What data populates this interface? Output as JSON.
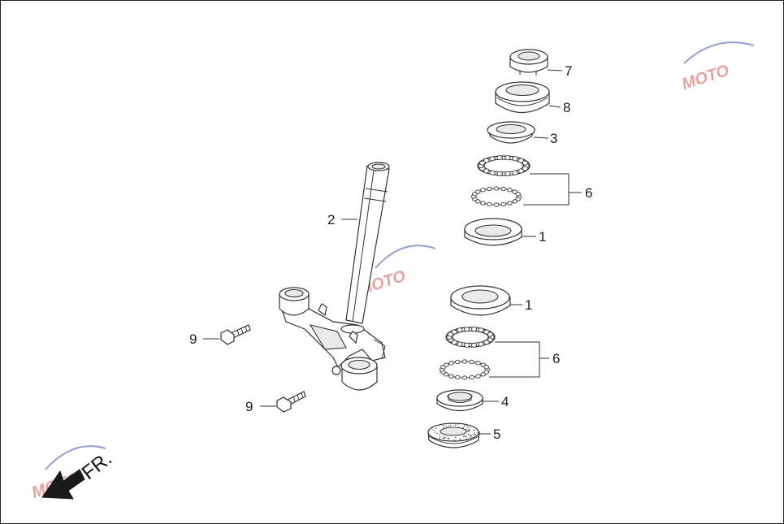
{
  "diagram": {
    "callouts": [
      {
        "id": "c7",
        "text": "7"
      },
      {
        "id": "c8",
        "text": "8"
      },
      {
        "id": "c3",
        "text": "3"
      },
      {
        "id": "c6a",
        "text": "6"
      },
      {
        "id": "c1a",
        "text": "1"
      },
      {
        "id": "c2",
        "text": "2"
      },
      {
        "id": "c1b",
        "text": "1"
      },
      {
        "id": "c6b",
        "text": "6"
      },
      {
        "id": "c4",
        "text": "4"
      },
      {
        "id": "c5",
        "text": "5"
      },
      {
        "id": "c9a",
        "text": "9"
      },
      {
        "id": "c9b",
        "text": "9"
      }
    ],
    "direction_label": "FR.",
    "watermark_text": "MOTO",
    "colors": {
      "line": "#333333",
      "watermark_red": "#d9534f",
      "watermark_blue": "#3a4fb5",
      "arrow": "#1a1a1a"
    }
  }
}
